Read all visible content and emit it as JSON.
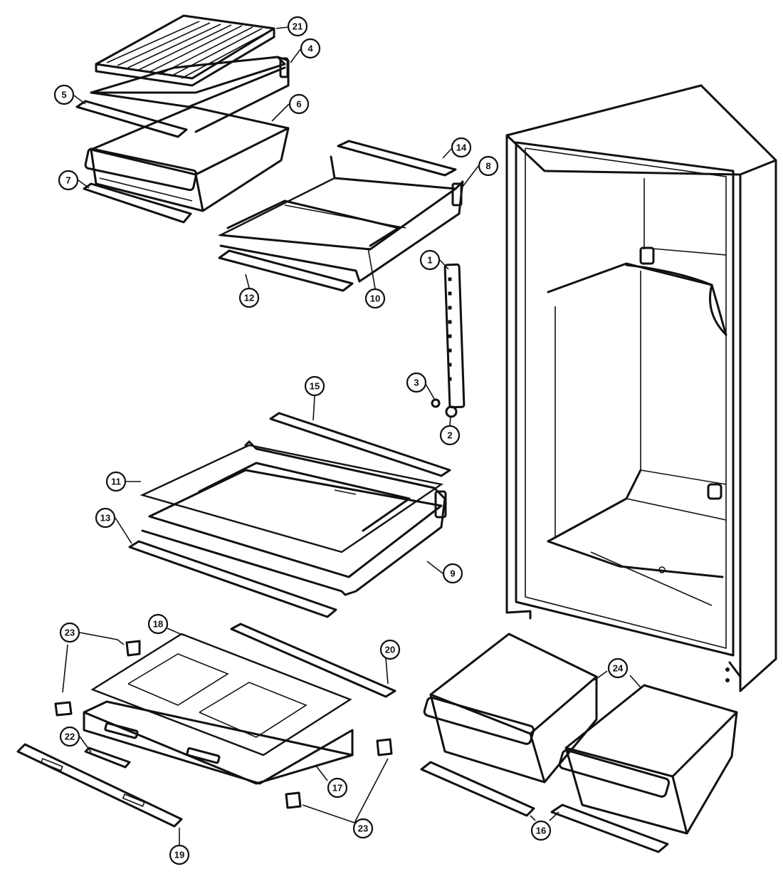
{
  "diagram": {
    "callouts": [
      {
        "id": "c21",
        "label": "21"
      },
      {
        "id": "c4",
        "label": "4"
      },
      {
        "id": "c5",
        "label": "5"
      },
      {
        "id": "c6",
        "label": "6"
      },
      {
        "id": "c7",
        "label": "7"
      },
      {
        "id": "c14",
        "label": "14"
      },
      {
        "id": "c8",
        "label": "8"
      },
      {
        "id": "c12",
        "label": "12"
      },
      {
        "id": "c10",
        "label": "10"
      },
      {
        "id": "c1",
        "label": "1"
      },
      {
        "id": "c3",
        "label": "3"
      },
      {
        "id": "c2",
        "label": "2"
      },
      {
        "id": "c15",
        "label": "15"
      },
      {
        "id": "c11",
        "label": "11"
      },
      {
        "id": "c13",
        "label": "13"
      },
      {
        "id": "c9",
        "label": "9"
      },
      {
        "id": "c23a",
        "label": "23"
      },
      {
        "id": "c18",
        "label": "18"
      },
      {
        "id": "c20",
        "label": "20"
      },
      {
        "id": "c22",
        "label": "22"
      },
      {
        "id": "c17",
        "label": "17"
      },
      {
        "id": "c23b",
        "label": "23"
      },
      {
        "id": "c19",
        "label": "19"
      },
      {
        "id": "c24",
        "label": "24"
      },
      {
        "id": "c16",
        "label": "16"
      }
    ]
  }
}
